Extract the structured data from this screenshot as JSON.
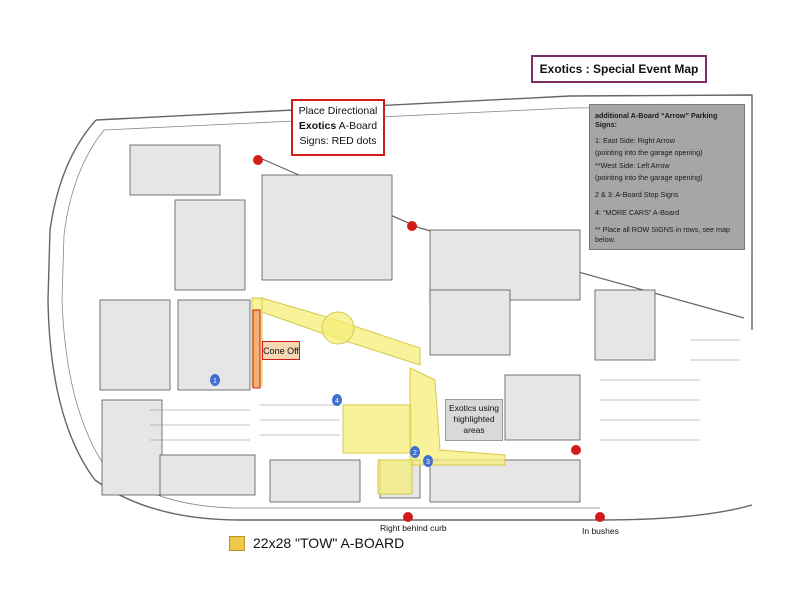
{
  "title": "Exotics : Special Event Map",
  "directional_note": {
    "line1": "Place Directional",
    "line2_bold": "Exotics",
    "line2_rest": " A-Board",
    "line3": "Signs: RED dots"
  },
  "info_box": {
    "heading": "additional A-Board “Arrow” Parking Signs:",
    "item1_a": "1: East Side: Right Arrow",
    "item1_b": "(pointing into the garage opening)",
    "item1_c": "**West Side: Left Arrow",
    "item1_d": "(pointing into the garage opening)",
    "item2": "2 & 3: A-Board Stop Signs",
    "item4": "4: “MORE CARS” A-Board",
    "note": "** Place all ROW SIGNS in rows, see map below."
  },
  "labels": {
    "cone_off": "Cone Off",
    "exotics_area": "Exotics using highlighted areas",
    "right_behind_curb": "Right behind curb",
    "in_bushes": "In bushes"
  },
  "markers": {
    "blue": [
      "1",
      "2",
      "3",
      "4"
    ]
  },
  "legend": {
    "label": "22x28 \"TOW\" A-BOARD",
    "color": "#f2c84b"
  },
  "colors": {
    "highlight": "#f5ee7a",
    "red_dot": "#d21c1c",
    "blue_marker": "#3f6fd1",
    "building": "#dcdcdc",
    "outline": "#555555"
  }
}
